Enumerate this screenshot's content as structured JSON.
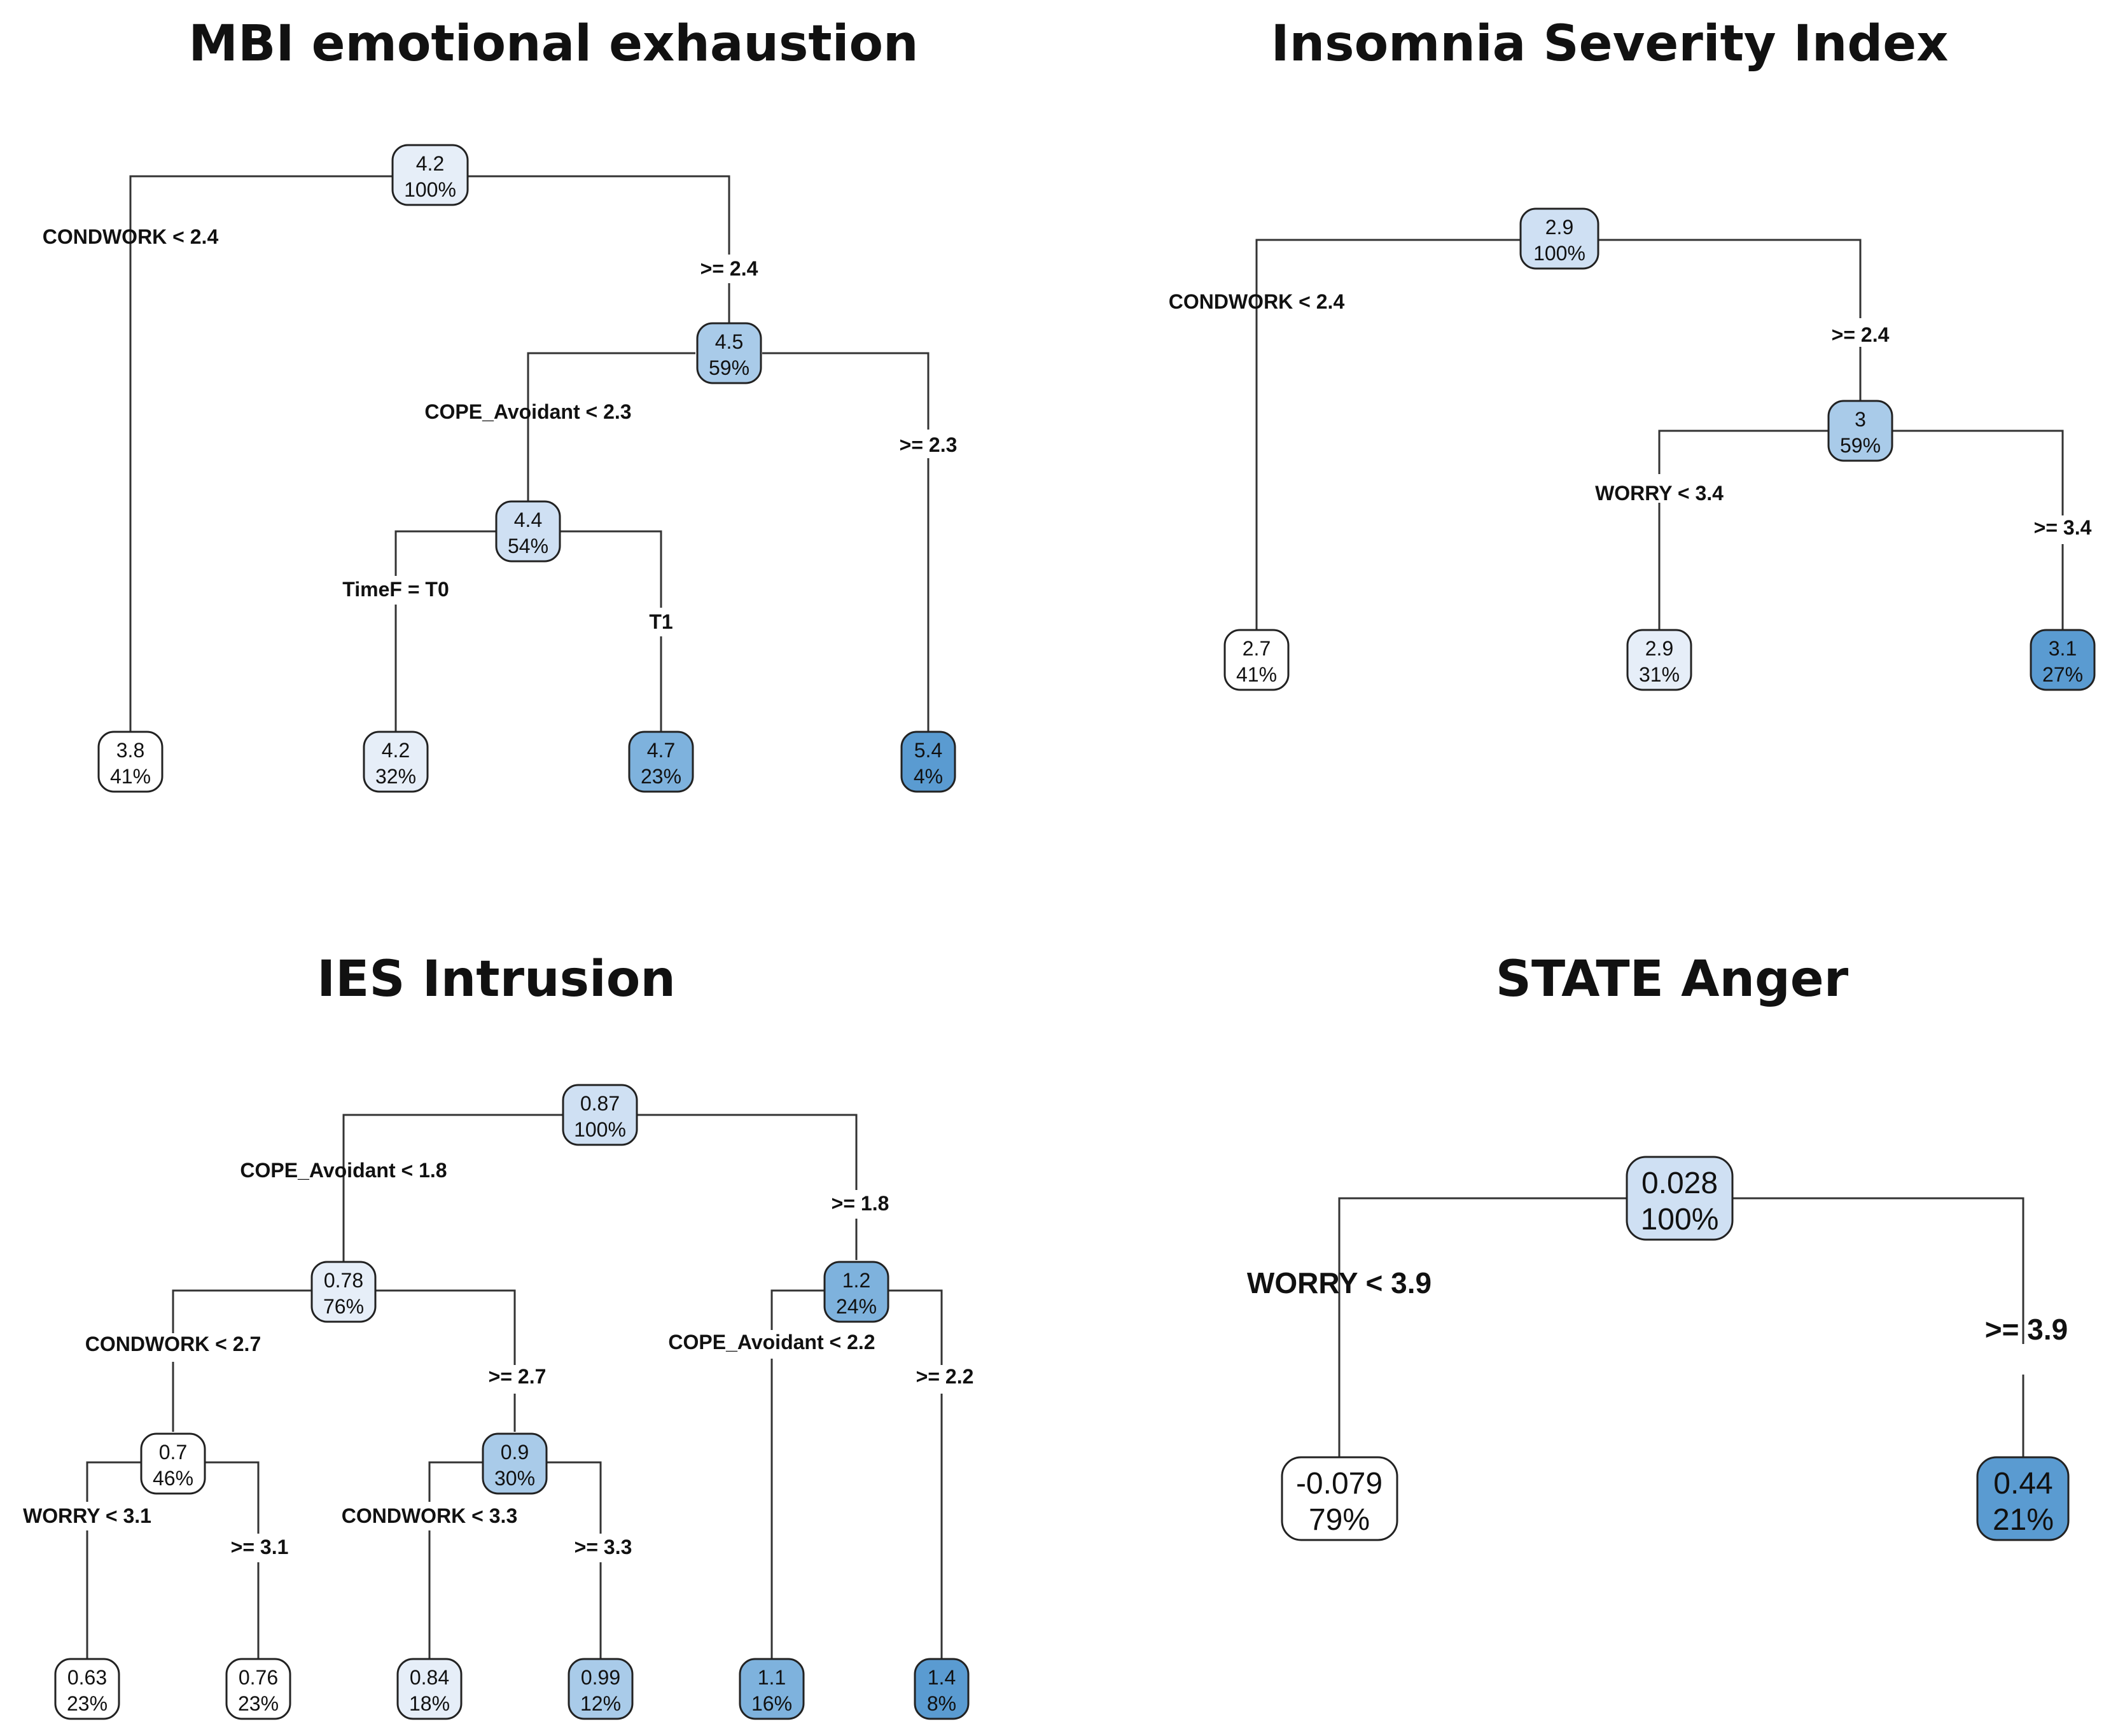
{
  "colors": {
    "node_fill_scale": [
      "#ffffff",
      "#e6eef8",
      "#cfe0f3",
      "#a9cbe9",
      "#7eb2dd",
      "#5a9bd1"
    ],
    "edge": "#333333",
    "text": "#111111"
  },
  "trees": [
    {
      "title": "MBI emotional exhaustion",
      "nodes": [
        {
          "id": "root",
          "value": "4.2",
          "pct": "100%",
          "shade": 1
        },
        {
          "id": "n_left",
          "value": "3.8",
          "pct": "41%",
          "shade": 0
        },
        {
          "id": "n_right",
          "value": "4.5",
          "pct": "59%",
          "shade": 3
        },
        {
          "id": "n_rl",
          "value": "4.4",
          "pct": "54%",
          "shade": 2
        },
        {
          "id": "n_rll",
          "value": "4.2",
          "pct": "32%",
          "shade": 1
        },
        {
          "id": "n_rlr",
          "value": "4.7",
          "pct": "23%",
          "shade": 4
        },
        {
          "id": "n_rr",
          "value": "5.4",
          "pct": "4%",
          "shade": 5
        }
      ],
      "splits": [
        {
          "id": "s1",
          "label": "CONDWORK < 2.4"
        },
        {
          "id": "s2",
          "label": ">= 2.4"
        },
        {
          "id": "s3",
          "label": "COPE_Avoidant < 2.3"
        },
        {
          "id": "s4",
          "label": ">= 2.3"
        },
        {
          "id": "s5",
          "label": "TimeF = T0"
        },
        {
          "id": "s6",
          "label": "T1"
        }
      ]
    },
    {
      "title": "Insomnia Severity Index",
      "nodes": [
        {
          "id": "root",
          "value": "2.9",
          "pct": "100%",
          "shade": 2
        },
        {
          "id": "n_left",
          "value": "2.7",
          "pct": "41%",
          "shade": 0
        },
        {
          "id": "n_right",
          "value": "3",
          "pct": "59%",
          "shade": 3
        },
        {
          "id": "n_rl",
          "value": "2.9",
          "pct": "31%",
          "shade": 1
        },
        {
          "id": "n_rr",
          "value": "3.1",
          "pct": "27%",
          "shade": 5
        }
      ],
      "splits": [
        {
          "id": "s1",
          "label": "CONDWORK < 2.4"
        },
        {
          "id": "s2",
          "label": ">= 2.4"
        },
        {
          "id": "s3",
          "label": "WORRY < 3.4"
        },
        {
          "id": "s4",
          "label": ">= 3.4"
        }
      ]
    },
    {
      "title": "IES Intrusion",
      "nodes": [
        {
          "id": "root",
          "value": "0.87",
          "pct": "100%",
          "shade": 2
        },
        {
          "id": "n_l",
          "value": "0.78",
          "pct": "76%",
          "shade": 1
        },
        {
          "id": "n_r",
          "value": "1.2",
          "pct": "24%",
          "shade": 4
        },
        {
          "id": "n_ll",
          "value": "0.7",
          "pct": "46%",
          "shade": 0
        },
        {
          "id": "n_lr",
          "value": "0.9",
          "pct": "30%",
          "shade": 3
        },
        {
          "id": "n_lll",
          "value": "0.63",
          "pct": "23%",
          "shade": 0
        },
        {
          "id": "n_llr",
          "value": "0.76",
          "pct": "23%",
          "shade": 0
        },
        {
          "id": "n_lrl",
          "value": "0.84",
          "pct": "18%",
          "shade": 1
        },
        {
          "id": "n_lrr",
          "value": "0.99",
          "pct": "12%",
          "shade": 3
        },
        {
          "id": "n_rl",
          "value": "1.1",
          "pct": "16%",
          "shade": 4
        },
        {
          "id": "n_rr",
          "value": "1.4",
          "pct": "8%",
          "shade": 5
        }
      ],
      "splits": [
        {
          "id": "s1",
          "label": "COPE_Avoidant < 1.8"
        },
        {
          "id": "s2",
          "label": ">= 1.8"
        },
        {
          "id": "s3",
          "label": "CONDWORK < 2.7"
        },
        {
          "id": "s4",
          "label": ">= 2.7"
        },
        {
          "id": "s5",
          "label": "COPE_Avoidant < 2.2"
        },
        {
          "id": "s6",
          "label": ">= 2.2"
        },
        {
          "id": "s7",
          "label": "WORRY < 3.1"
        },
        {
          "id": "s8",
          "label": ">= 3.1"
        },
        {
          "id": "s9",
          "label": "CONDWORK < 3.3"
        },
        {
          "id": "s10",
          "label": ">= 3.3"
        }
      ]
    },
    {
      "title": "STATE Anger",
      "nodes": [
        {
          "id": "root",
          "value": "0.028",
          "pct": "100%",
          "shade": 2
        },
        {
          "id": "n_left",
          "value": "-0.079",
          "pct": "79%",
          "shade": 0
        },
        {
          "id": "n_right",
          "value": "0.44",
          "pct": "21%",
          "shade": 5
        }
      ],
      "splits": [
        {
          "id": "s1",
          "label": "WORRY < 3.9"
        },
        {
          "id": "s2",
          "label": ">= 3.9"
        }
      ]
    }
  ]
}
